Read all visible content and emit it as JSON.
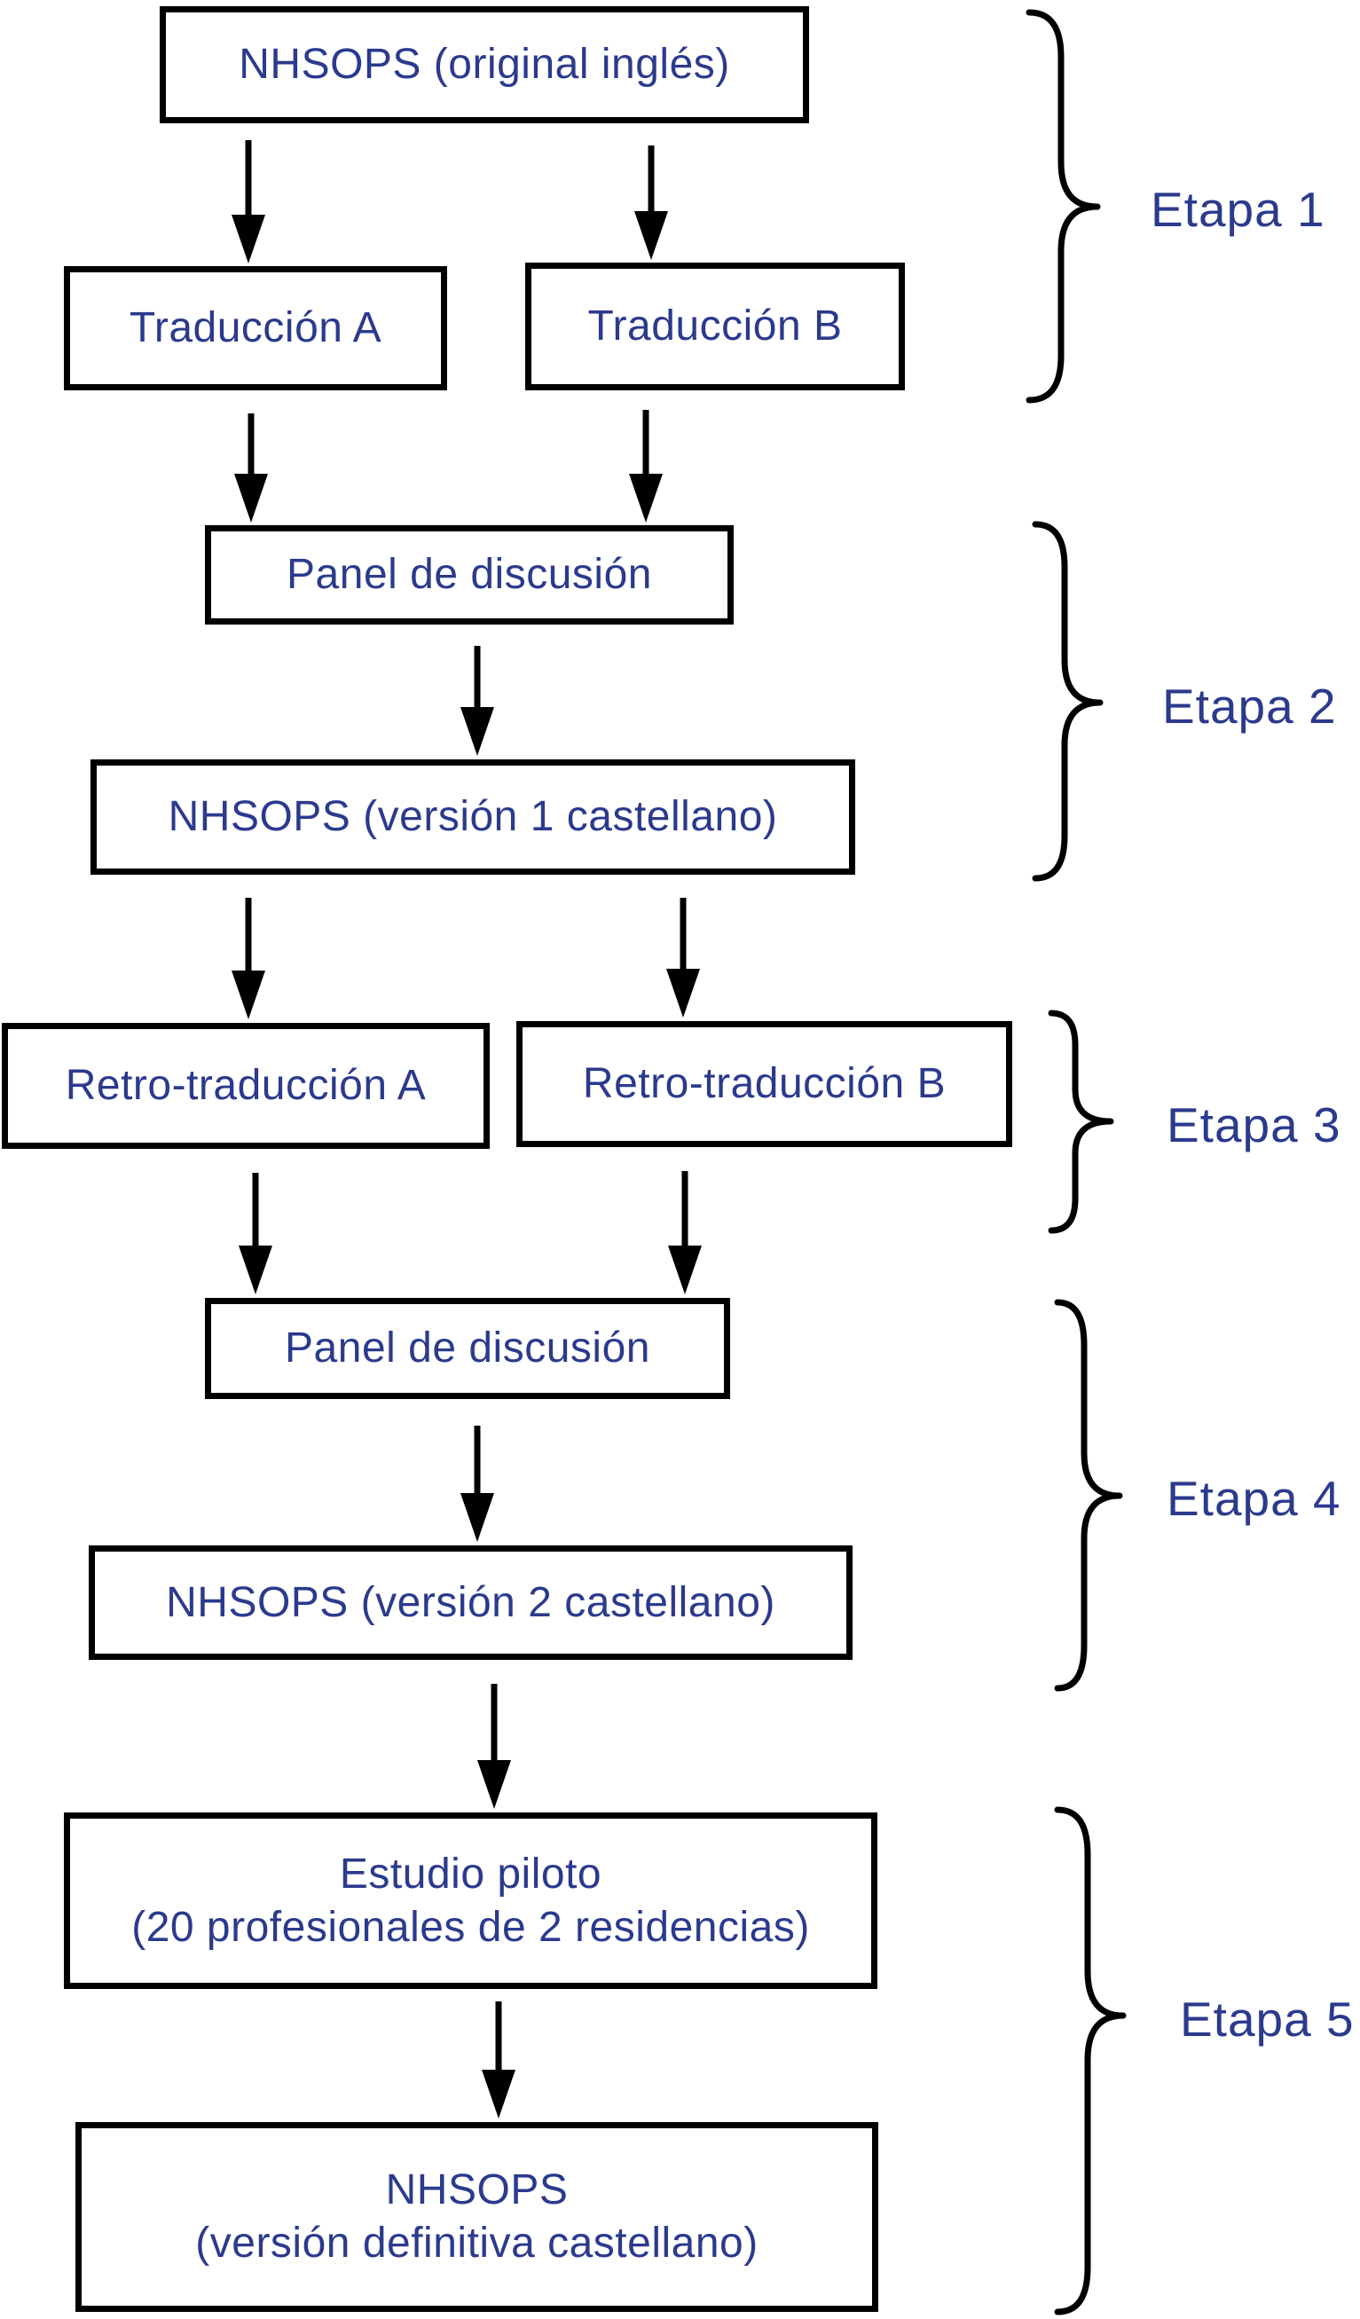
{
  "figure": {
    "background": "#ffffff",
    "text_color": "#2b3a8d",
    "line_color": "#000000",
    "boxes": [
      {
        "label": "NHSOPS (original inglés)"
      },
      {
        "label": "Traducción A"
      },
      {
        "label": "Traducción B"
      },
      {
        "label": "Panel de discusión"
      },
      {
        "label": "NHSOPS (versión 1 castellano)"
      },
      {
        "label": "Retro-traducción A"
      },
      {
        "label": "Retro-traducción B"
      },
      {
        "label": "Panel de discusión"
      },
      {
        "label": "NHSOPS (versión 2 castellano)"
      },
      {
        "line1": "Estudio piloto",
        "line2": "(20 profesionales de 2 residencias)"
      },
      {
        "line1": "NHSOPS",
        "line2": "(versión definitiva castellano)"
      }
    ],
    "stages": [
      {
        "label": "Etapa 1"
      },
      {
        "label": "Etapa 2"
      },
      {
        "label": "Etapa 3"
      },
      {
        "label": "Etapa 4"
      },
      {
        "label": "Etapa 5"
      }
    ]
  }
}
